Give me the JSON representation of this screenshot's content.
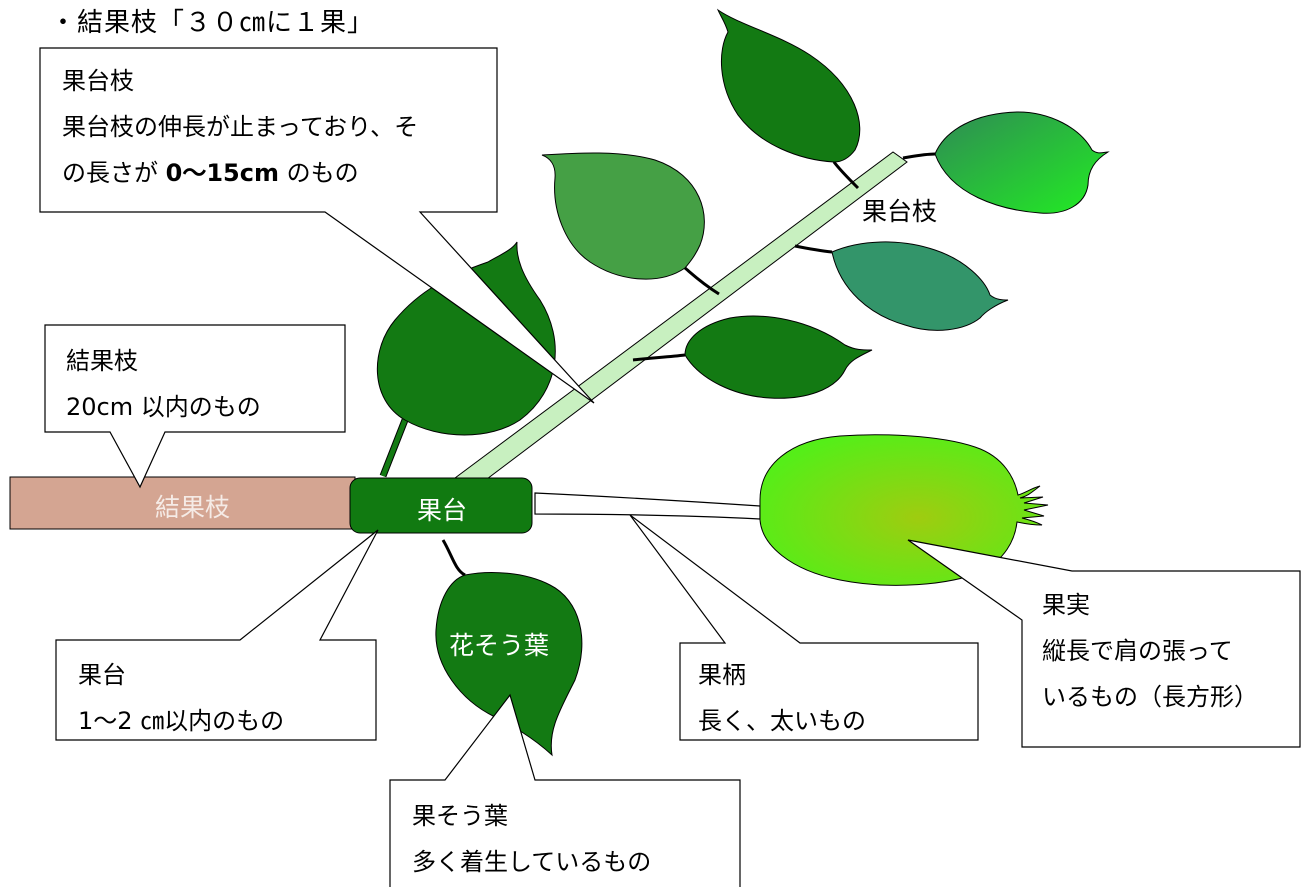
{
  "title": "・結果枝「３０㎝に１果」",
  "callouts": {
    "fruit_spur_shoot": {
      "heading": "果台枝",
      "line2": "果台枝の伸長が止まっており、そ",
      "line3_prefix": "の長さが ",
      "line3_bold": "0〜15cm",
      "line3_suffix": " のもの"
    },
    "bearing_shoot": {
      "heading": "結果枝",
      "line2": "20cm 以内のもの"
    },
    "fruit_base": {
      "heading": "果台",
      "line2": "1〜2 ㎝以内のもの"
    },
    "fruit_cluster_leaf": {
      "heading": "果そう葉",
      "line2": "多く着生しているもの"
    },
    "fruit_stalk": {
      "heading": "果柄",
      "line2": "長く、太いもの"
    },
    "fruit": {
      "heading": "果実",
      "line2": "縦長で肩の張って",
      "line3": "いるもの（長方形）"
    }
  },
  "shape_labels": {
    "bearing_shoot": "結果枝",
    "fruit_base": "果台",
    "fruit_spur_shoot": "果台枝",
    "flower_cluster_leaf": "花そう葉"
  },
  "colors": {
    "branch": "#d4a592",
    "fruit_base": "#117a11",
    "leaf_dark": "#137a13",
    "leaf_medium": "#45a045",
    "leaf_teal": "#33956a",
    "shoot": "#c8f0c0",
    "fruit_inner": "#9fcc10",
    "fruit_outer": "#55ee18"
  }
}
